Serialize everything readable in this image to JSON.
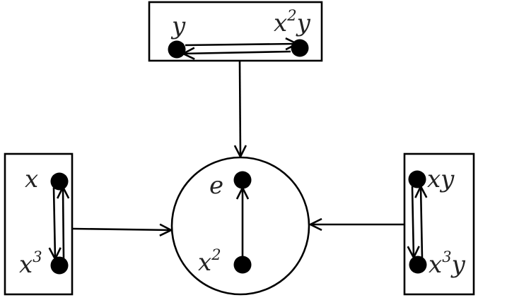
{
  "colors": {
    "stroke": "#000000",
    "text": "#222222",
    "background": "#ffffff"
  },
  "groups": {
    "top": {
      "nodes": [
        {
          "base": "y",
          "sup": "",
          "tail": ""
        },
        {
          "base": "x",
          "sup": "2",
          "tail": "y"
        }
      ]
    },
    "left": {
      "nodes": [
        {
          "base": "x",
          "sup": "",
          "tail": ""
        },
        {
          "base": "x",
          "sup": "3",
          "tail": ""
        }
      ]
    },
    "center": {
      "nodes": [
        {
          "base": "e",
          "sup": "",
          "tail": ""
        },
        {
          "base": "x",
          "sup": "2",
          "tail": ""
        }
      ]
    },
    "right": {
      "nodes": [
        {
          "base": "xy",
          "sup": "",
          "tail": ""
        },
        {
          "base": "x",
          "sup": "3",
          "tail": "y"
        }
      ]
    }
  }
}
